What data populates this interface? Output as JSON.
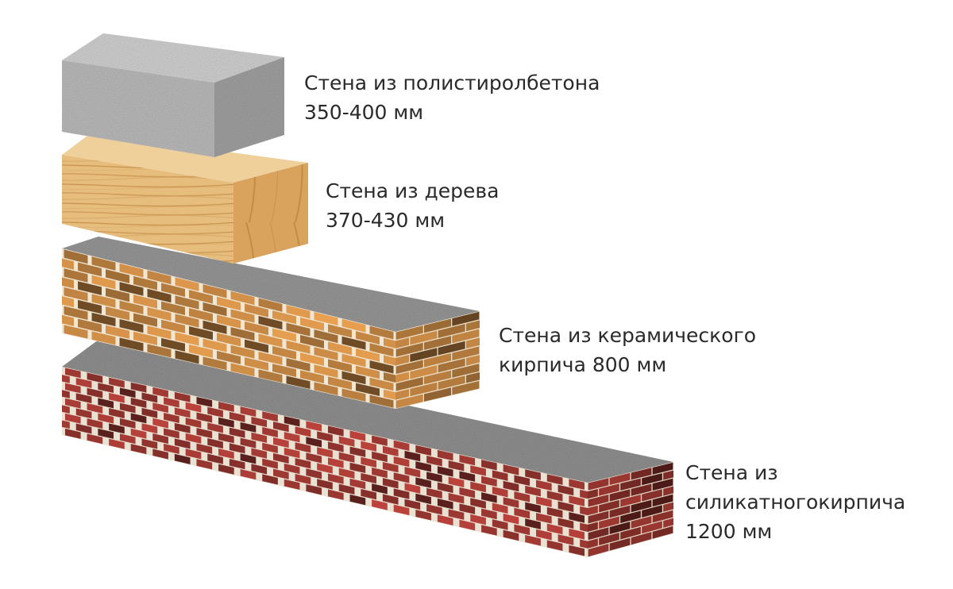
{
  "walls": [
    {
      "id": "polystyrene",
      "lines": [
        "Стена из полистиролбетона",
        "350-400 мм"
      ],
      "thickness_mm": [
        350,
        400
      ],
      "color": "#b9b9b9"
    },
    {
      "id": "wood",
      "lines": [
        "Стена из дерева",
        "370-430 мм"
      ],
      "thickness_mm": [
        370,
        430
      ],
      "color": "#e2b877"
    },
    {
      "id": "ceramic",
      "lines": [
        "Стена из керамического",
        "кирпича 800 мм"
      ],
      "thickness_mm": [
        800
      ],
      "color": "#c98a45"
    },
    {
      "id": "silicate",
      "lines": [
        "Стена из",
        "силикатногокирпича",
        "1200 мм"
      ],
      "thickness_mm": [
        1200
      ],
      "color": "#a33a34"
    }
  ]
}
